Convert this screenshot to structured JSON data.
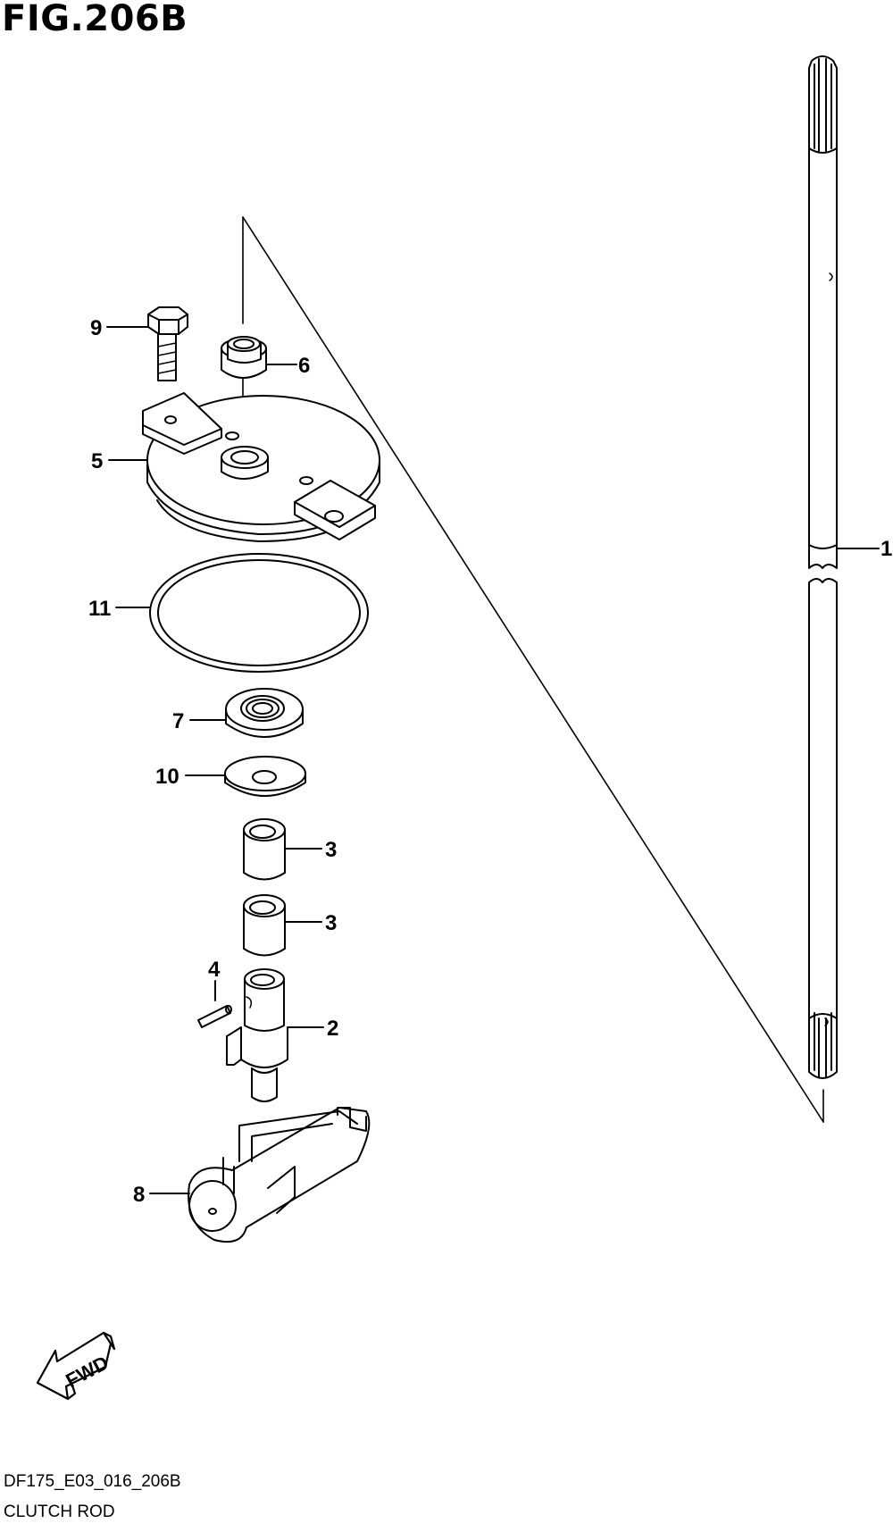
{
  "figure": {
    "title": "FIG.206B",
    "code": "DF175_E03_016_206B",
    "name": "CLUTCH ROD"
  },
  "parts": [
    {
      "id": "1",
      "label": "1"
    },
    {
      "id": "2",
      "label": "2"
    },
    {
      "id": "3a",
      "label": "3"
    },
    {
      "id": "3b",
      "label": "3"
    },
    {
      "id": "4",
      "label": "4"
    },
    {
      "id": "5",
      "label": "5"
    },
    {
      "id": "6",
      "label": "6"
    },
    {
      "id": "7",
      "label": "7"
    },
    {
      "id": "8",
      "label": "8"
    },
    {
      "id": "9",
      "label": "9"
    },
    {
      "id": "10",
      "label": "10"
    },
    {
      "id": "11",
      "label": "11"
    }
  ],
  "direction_marker": {
    "text": "FWD",
    "icon": "fwd-arrow-icon"
  }
}
